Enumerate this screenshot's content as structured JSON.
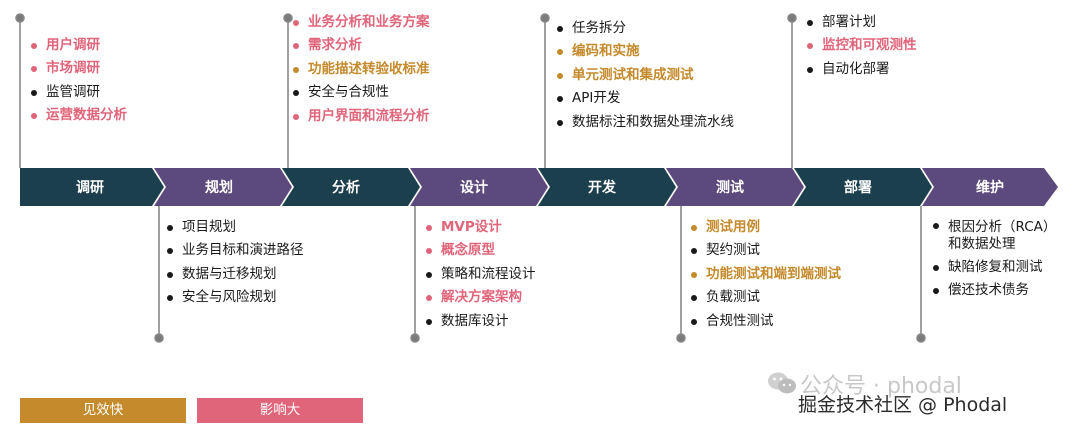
{
  "stages": [
    {
      "label": "调研",
      "color": "#1c3f4e"
    },
    {
      "label": "规划",
      "color": "#5d4a7d"
    },
    {
      "label": "分析",
      "color": "#1c3f4e"
    },
    {
      "label": "设计",
      "color": "#5d4a7d"
    },
    {
      "label": "开发",
      "color": "#1c3f4e"
    },
    {
      "label": "测试",
      "color": "#5d4a7d"
    },
    {
      "label": "部署",
      "color": "#1c3f4e"
    },
    {
      "label": "维护",
      "color": "#5d4a7d"
    }
  ],
  "lists": {
    "research": [
      {
        "text": "用户调研",
        "style": "pink"
      },
      {
        "text": "市场调研",
        "style": "pink"
      },
      {
        "text": "监管调研",
        "style": "plain"
      },
      {
        "text": "运营数据分析",
        "style": "pink"
      }
    ],
    "planning": [
      {
        "text": "项目规划",
        "style": "plain"
      },
      {
        "text": "业务目标和演进路径",
        "style": "plain"
      },
      {
        "text": "数据与迁移规划",
        "style": "plain"
      },
      {
        "text": "安全与风险规划",
        "style": "plain"
      }
    ],
    "analysis": [
      {
        "text": "业务分析和业务方案",
        "style": "pink"
      },
      {
        "text": "需求分析",
        "style": "pink"
      },
      {
        "text": "功能描述转验收标准",
        "style": "gold"
      },
      {
        "text": "安全与合规性",
        "style": "plain"
      },
      {
        "text": "用户界面和流程分析",
        "style": "pink"
      }
    ],
    "design": [
      {
        "text": "MVP设计",
        "style": "pink"
      },
      {
        "text": "概念原型",
        "style": "pink"
      },
      {
        "text": "策略和流程设计",
        "style": "plain"
      },
      {
        "text": "解决方案架构",
        "style": "pink"
      },
      {
        "text": "数据库设计",
        "style": "plain"
      }
    ],
    "development": [
      {
        "text": "任务拆分",
        "style": "plain"
      },
      {
        "text": "编码和实施",
        "style": "gold"
      },
      {
        "text": "单元测试和集成测试",
        "style": "gold"
      },
      {
        "text": "API开发",
        "style": "plain"
      },
      {
        "text": "数据标注和数据处理流水线",
        "style": "plain"
      }
    ],
    "testing": [
      {
        "text": "测试用例",
        "style": "gold"
      },
      {
        "text": "契约测试",
        "style": "plain"
      },
      {
        "text": "功能测试和端到端测试",
        "style": "gold"
      },
      {
        "text": "负载测试",
        "style": "plain"
      },
      {
        "text": "合规性测试",
        "style": "plain"
      }
    ],
    "deployment": [
      {
        "text": "部署计划",
        "style": "plain"
      },
      {
        "text": "监控和可观测性",
        "style": "pink"
      },
      {
        "text": "自动化部署",
        "style": "plain"
      }
    ],
    "maintenance": [
      {
        "text": "根因分析（RCA）和数据处理",
        "style": "wrap"
      },
      {
        "text": "缺陷修复和测试",
        "style": "plain"
      },
      {
        "text": "偿还技术债务",
        "style": "plain"
      }
    ]
  },
  "legend": {
    "quick_win": "见效快",
    "high_impact": "影响大",
    "quick_win_color": "#c48a2c",
    "high_impact_color": "#e0657a"
  },
  "watermark": {
    "line1": "公众号 · phodal",
    "line2": "掘金技术社区 @ Phodal",
    "icon": "wechat-icon"
  }
}
